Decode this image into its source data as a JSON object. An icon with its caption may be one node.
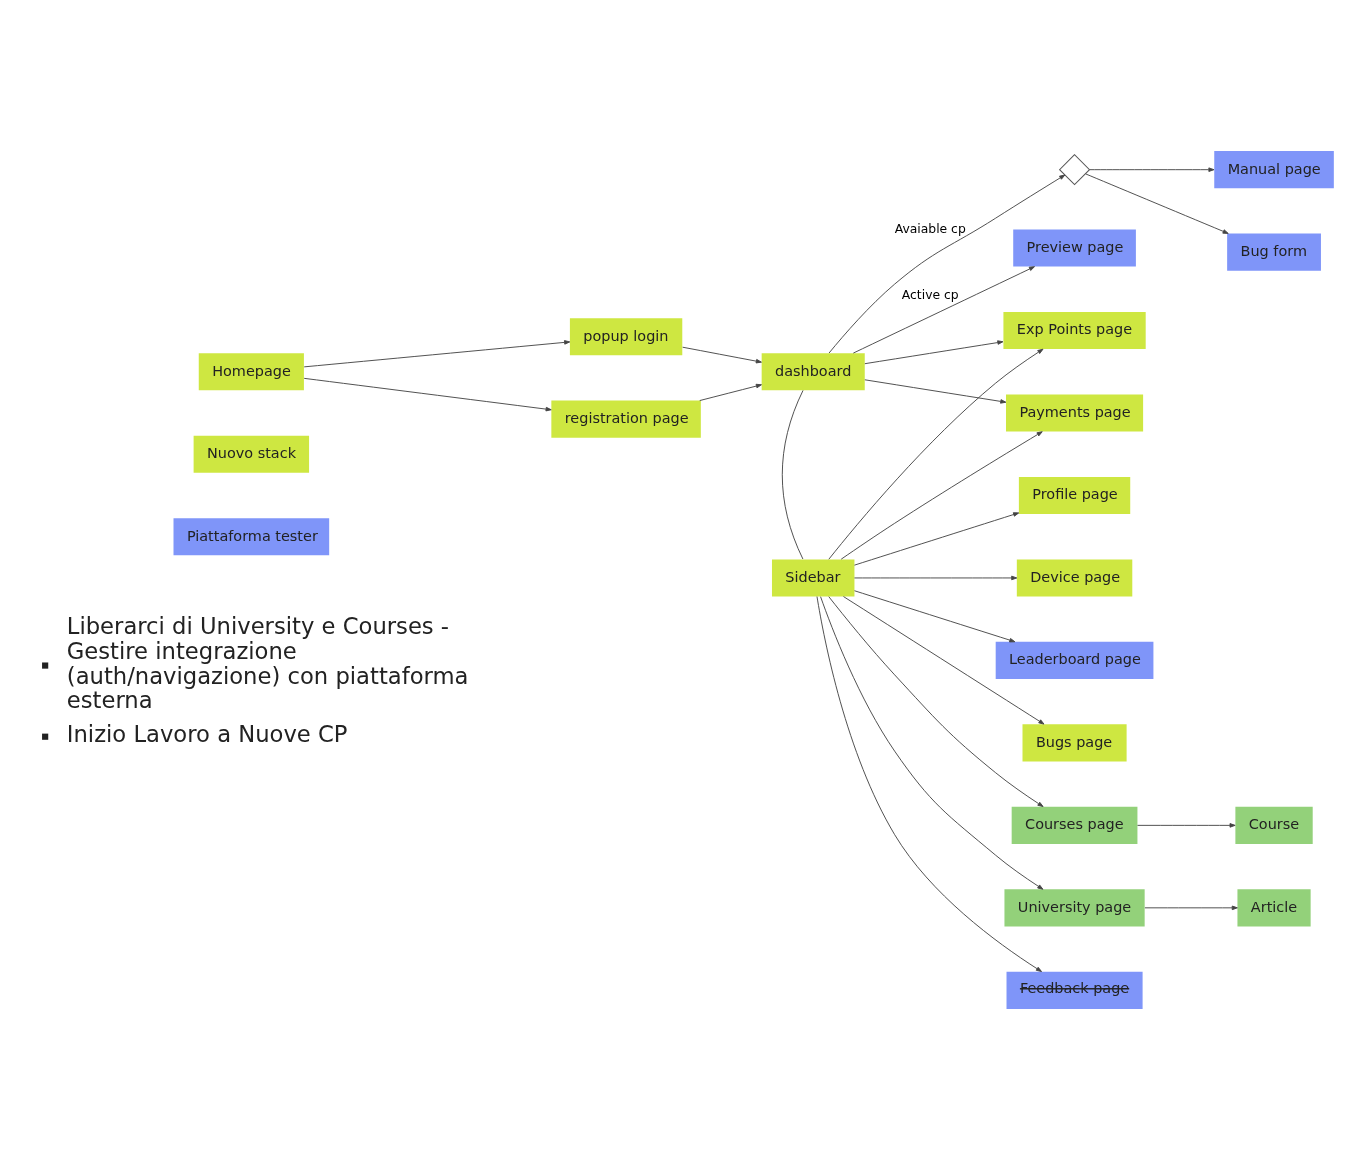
{
  "diagram": {
    "nodes": [
      {
        "text": [
          "Homepage"
        ]
      },
      {
        "text": [
          "popup login"
        ]
      },
      {
        "text": [
          "registration page"
        ]
      },
      {
        "text": [
          "dashboard"
        ]
      },
      {
        "text": [],
        "shape": "diamond"
      },
      {
        "text": [
          "Manual page"
        ]
      },
      {
        "text": [
          "Bug form"
        ]
      },
      {
        "text": [
          "Preview page"
        ]
      },
      {
        "text": [
          "Exp Points page"
        ]
      },
      {
        "text": [
          "Payments page"
        ]
      },
      {
        "text": [
          "Profile page"
        ]
      },
      {
        "text": [
          "Device page"
        ]
      },
      {
        "text": [
          "Leaderboard page"
        ]
      },
      {
        "text": [
          "Bugs page"
        ]
      },
      {
        "text": [
          "Courses page"
        ]
      },
      {
        "text": [
          "University page"
        ]
      },
      {
        "text": [
          "Feedback page"
        ]
      },
      {
        "text": [
          "Course"
        ]
      },
      {
        "text": [
          "Article"
        ]
      },
      {
        "text": [
          "Sidebar"
        ]
      },
      {
        "text": [
          "Nuovo stack"
        ]
      },
      {
        "text": [
          "Piattaforma tester"
        ]
      }
    ],
    "edges": [
      {
        "from": 0,
        "to": 1,
        "arrow": "to"
      },
      {
        "from": 0,
        "to": 2,
        "arrow": "to"
      },
      {
        "from": 1,
        "to": 3,
        "arrow": "to"
      },
      {
        "from": 2,
        "to": 3,
        "arrow": "to"
      },
      {
        "from": 3,
        "to": 4,
        "arrow": "to",
        "label": "Avaiable cp"
      },
      {
        "from": 4,
        "to": 5,
        "arrow": "to"
      },
      {
        "from": 4,
        "to": 6,
        "arrow": "to"
      },
      {
        "from": 3,
        "to": 7,
        "arrow": "to",
        "label": "Active cp"
      },
      {
        "from": 3,
        "to": 8,
        "arrow": "to"
      },
      {
        "from": 3,
        "to": 9,
        "arrow": "to"
      },
      {
        "from": 3,
        "to": 19,
        "arrow": "none"
      },
      {
        "from": 19,
        "to": 8,
        "arrow": "to"
      },
      {
        "from": 19,
        "to": 9,
        "arrow": "to"
      },
      {
        "from": 19,
        "to": 10,
        "arrow": "to"
      },
      {
        "from": 19,
        "to": 11,
        "arrow": "to"
      },
      {
        "from": 19,
        "to": 12,
        "arrow": "to"
      },
      {
        "from": 19,
        "to": 13,
        "arrow": "to"
      },
      {
        "from": 19,
        "to": 14,
        "arrow": "to"
      },
      {
        "from": 19,
        "to": 15,
        "arrow": "to"
      },
      {
        "from": 19,
        "to": 16,
        "arrow": "to"
      },
      {
        "from": 14,
        "to": 17,
        "arrow": "to"
      },
      {
        "from": 15,
        "to": 18,
        "arrow": "to"
      }
    ],
    "labels": [
      "Liberarci di University e Courses - Gestire integrazione (auth/navigazione) con piattaforma esterna",
      "Inizio Lavoro a Nuove CP"
    ]
  }
}
